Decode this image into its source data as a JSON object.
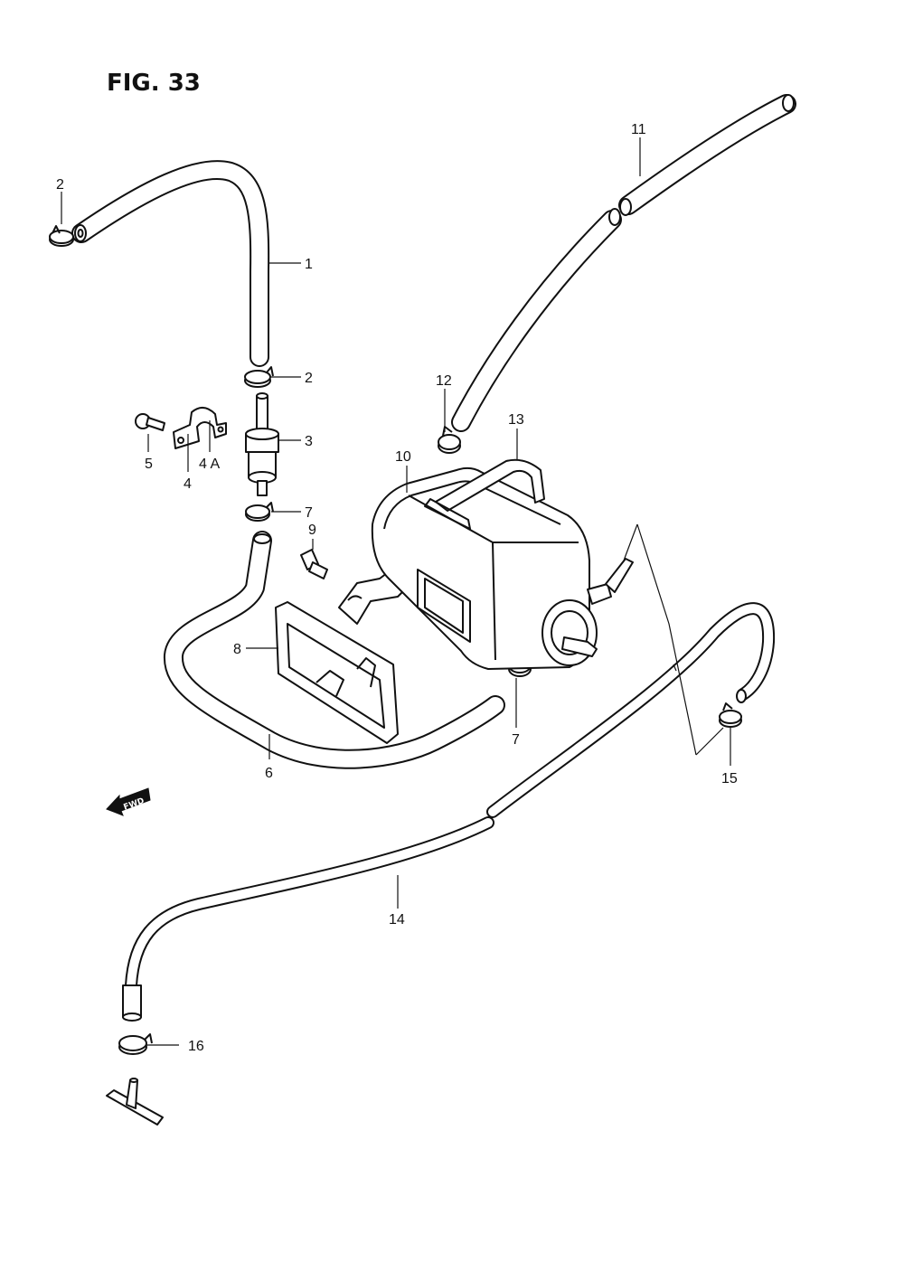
{
  "figure": {
    "title": "FIG. 33",
    "fwd_label": "FWD"
  },
  "callouts": [
    {
      "id": "c1",
      "text": "1"
    },
    {
      "id": "c2a",
      "text": "2"
    },
    {
      "id": "c2b",
      "text": "2"
    },
    {
      "id": "c3",
      "text": "3"
    },
    {
      "id": "c4",
      "text": "4"
    },
    {
      "id": "c4a",
      "text": "4 A"
    },
    {
      "id": "c5",
      "text": "5"
    },
    {
      "id": "c6",
      "text": "6"
    },
    {
      "id": "c7a",
      "text": "7"
    },
    {
      "id": "c7b",
      "text": "7"
    },
    {
      "id": "c8",
      "text": "8"
    },
    {
      "id": "c9",
      "text": "9"
    },
    {
      "id": "c10",
      "text": "10"
    },
    {
      "id": "c11",
      "text": "11"
    },
    {
      "id": "c12",
      "text": "12"
    },
    {
      "id": "c13",
      "text": "13"
    },
    {
      "id": "c14",
      "text": "14"
    },
    {
      "id": "c15",
      "text": "15"
    },
    {
      "id": "c16",
      "text": "16"
    }
  ]
}
